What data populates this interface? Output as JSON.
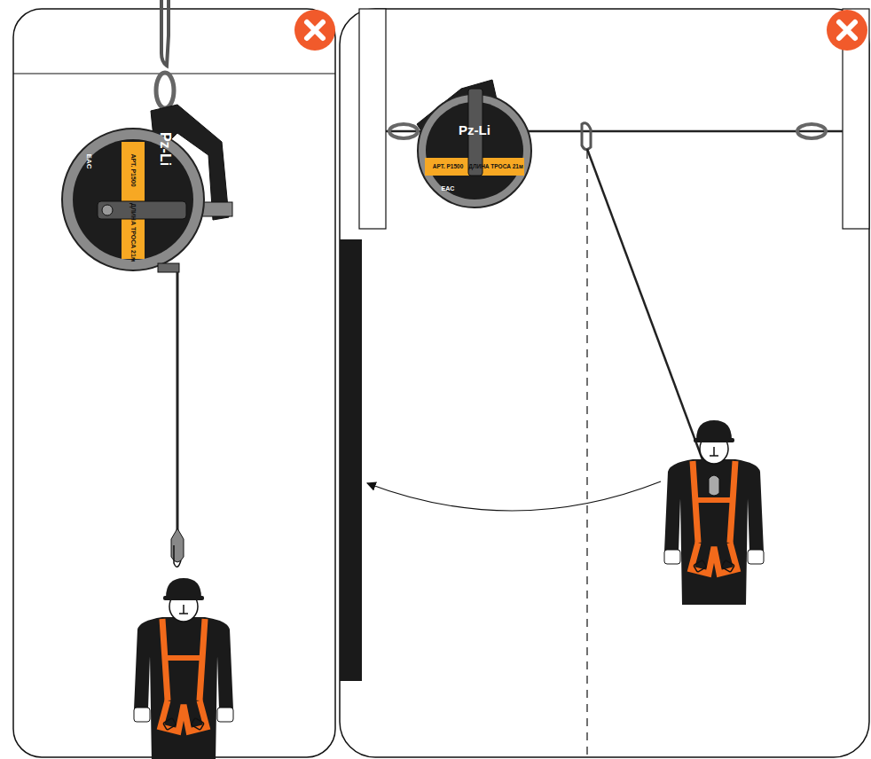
{
  "diagram": {
    "labels": [
      "Pz-Li",
      "АРТ. Р1500",
      "ДЛИНА ТРОСА 21м",
      "EAC",
      "Pz-Li",
      "АРТ. Р1500",
      "ДЛИНА ТРОСА 21м",
      "EAC"
    ]
  }
}
